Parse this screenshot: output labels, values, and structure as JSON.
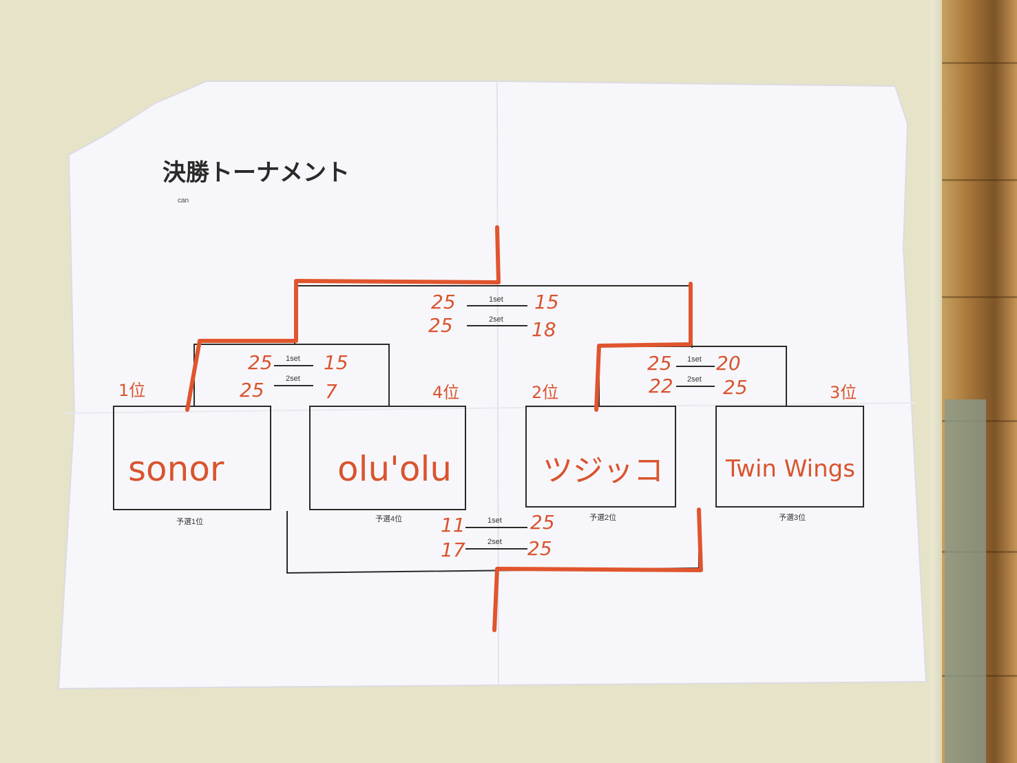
{
  "sheet": {
    "title": "決勝トーナメント",
    "author": "can"
  },
  "colors": {
    "paper": "#f7f7fb",
    "ink": "#222222",
    "marker": "#e0552e",
    "table": "#e6e3c8"
  },
  "teams": [
    {
      "name": "sonor",
      "rank_handwritten": "1位",
      "prelim_label": "予選1位"
    },
    {
      "name": "olu'olu",
      "rank_handwritten": "4位",
      "prelim_label": "予選4位"
    },
    {
      "name": "ツジッコ",
      "rank_handwritten": "2位",
      "prelim_label": "予選2位"
    },
    {
      "name": "Twin Wings",
      "rank_handwritten": "3位",
      "prelim_label": "予選3位"
    }
  ],
  "matches": {
    "semifinal_left": {
      "sets": [
        {
          "label": "1set",
          "left": "25",
          "right": "15"
        },
        {
          "label": "2set",
          "left": "25",
          "right": "7"
        }
      ]
    },
    "semifinal_right": {
      "sets": [
        {
          "label": "1set",
          "left": "25",
          "right": "20"
        },
        {
          "label": "2set",
          "left": "22",
          "right": "25"
        }
      ]
    },
    "final": {
      "sets": [
        {
          "label": "1set",
          "left": "25",
          "right": "15"
        },
        {
          "label": "2set",
          "left": "25",
          "right": "18"
        }
      ]
    },
    "third_place": {
      "sets": [
        {
          "label": "1set",
          "left": "11",
          "right": "25"
        },
        {
          "label": "2set",
          "left": "17",
          "right": "25"
        }
      ]
    }
  }
}
